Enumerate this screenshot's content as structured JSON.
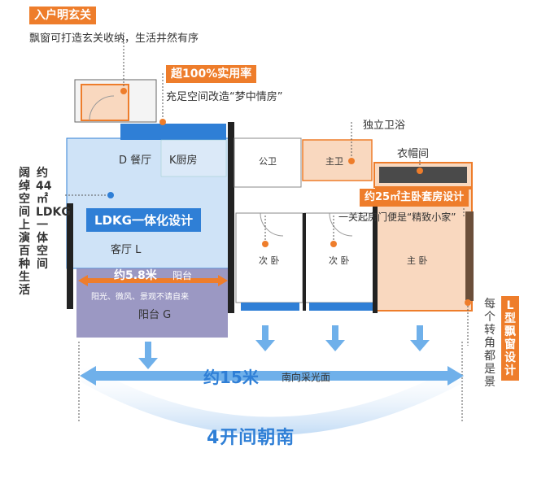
{
  "annotations": {
    "entrance": {
      "title": "入户明玄关",
      "desc": "飘窗可打造玄关收纳，生活井然有序"
    },
    "usage_rate": {
      "title": "超100%实用率",
      "desc": "充足空间改造“梦中情房”"
    },
    "ensuite_bath": "独立卫浴",
    "cloakroom": "衣帽间",
    "master_suite": "约25㎡主卧套房设计",
    "close_door": "一关起房门便是“精致小家”",
    "ldkg_area_vertical": "约44㎡LDKG一体空间",
    "ldkg_area_vertical_2": "阔绰空间上演百种生活",
    "l_window": "L型飘窗设计",
    "every_corner": "每个转角都是景"
  },
  "rooms": {
    "dining": "D 餐厅",
    "kitchen": "K厨房",
    "public_bath": "公卫",
    "master_bath": "主卫",
    "living": "客厅 L",
    "bedroom2a": "次 卧",
    "bedroom2b": "次 卧",
    "master_bed": "主 卧",
    "balcony": "阳台 G"
  },
  "ldkg_banner": "LDKG一体化设计",
  "balcony_measure": {
    "value": "约5.8米",
    "label": "阳台",
    "desc": "阳光、微风、景观不请自来"
  },
  "frontage": {
    "value": "约15米",
    "label": "南向采光面"
  },
  "south_rooms": "4开间朝南",
  "colors": {
    "orange": "#ee7d2b",
    "blue": "#2f7fd6",
    "light_blue": "#cfe3f7",
    "balcony": "#8a86b8",
    "wall": "#222222"
  }
}
